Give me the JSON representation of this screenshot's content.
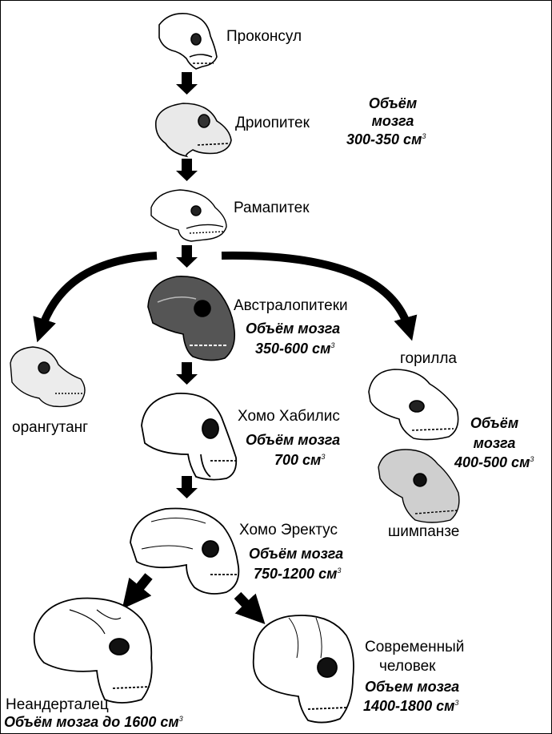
{
  "species": {
    "proconsul": "Проконсул",
    "dryopithecus": "Дриопитек",
    "ramapithecus": "Рамапитек",
    "australopithecus": "Австралопитеки",
    "habilis": "Хомо Хабилис",
    "erectus": "Хомо Эректус",
    "orangutan": "орангутанг",
    "gorilla": "горилла",
    "chimpanzee": "шимпанзе",
    "neanderthal": "Неандерталец",
    "modern_line1": "Современный",
    "modern_line2": "человек"
  },
  "volumes": {
    "dryopithecus": {
      "line1": "Объём",
      "line2": "мозга",
      "line3": "300-350 см"
    },
    "australopithecus": {
      "line1": "Объём мозга",
      "line2": "350-600 см"
    },
    "habilis": {
      "line1": "Объём мозга",
      "line2": "700 см"
    },
    "erectus": {
      "line1": "Объём мозга",
      "line2": "750-1200 см"
    },
    "apes": {
      "line1": "Объём",
      "line2": "мозга",
      "line3": "400-500 см"
    },
    "neanderthal": {
      "line1": "Объём мозга до 1600 см"
    },
    "modern": {
      "line1": "Объем мозга",
      "line2": "1400-1800 см"
    }
  },
  "unit_superscript": "3"
}
